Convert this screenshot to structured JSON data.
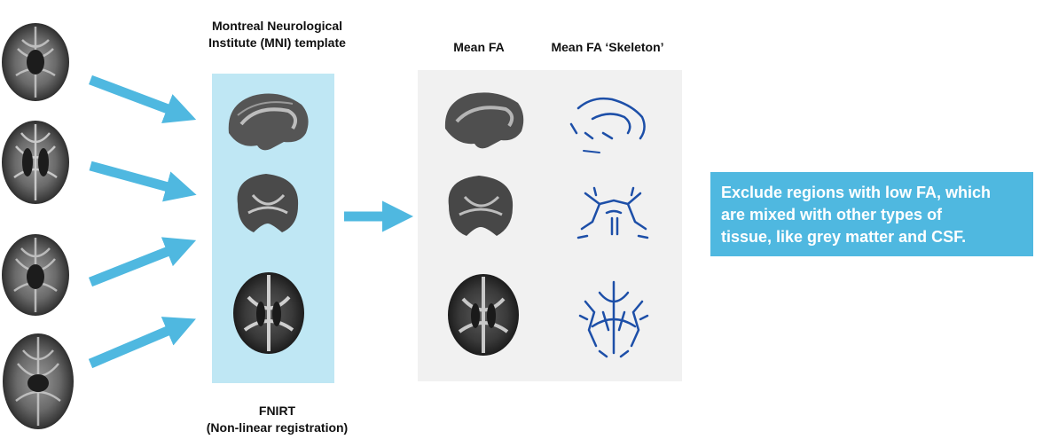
{
  "mni_title": [
    "Montreal Neurological",
    "Institute (MNI) template"
  ],
  "mean_fa_title": "Mean FA",
  "skeleton_title": "Mean FA ‘Skeleton’",
  "fnirt_label": [
    "FNIRT",
    "(Non-linear registration)"
  ],
  "exclude_text": [
    "Exclude regions with low FA, which",
    "are mixed with other types of",
    "tissue, like grey matter and CSF."
  ],
  "colors": {
    "arrow": "#4fb8e0",
    "mni_panel": "#bfe7f4",
    "mean_panel": "#f1f1f1",
    "skeleton": "#1d4fa8"
  }
}
